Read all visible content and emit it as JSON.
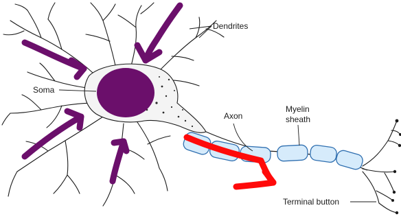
{
  "labels": {
    "dendrites": "Dendrites",
    "soma": "Soma",
    "axon": "Axon",
    "myelin_line1": "Myelin",
    "myelin_line2": "sheath",
    "terminal_button": "Terminal button"
  },
  "colors": {
    "ink": "#1a1a1a",
    "soma_fill": "#6b0f6b",
    "purple_arrow": "#6b0f6b",
    "red_arrow": "#ff0a0a",
    "myelin_stroke": "#2f6fb0",
    "myelin_fill": "#d6ebfb"
  }
}
